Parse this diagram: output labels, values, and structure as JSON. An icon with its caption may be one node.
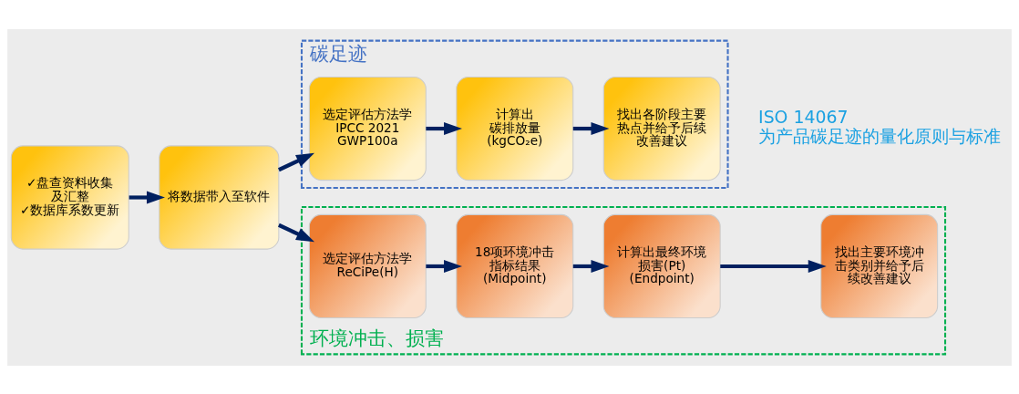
{
  "diagram": {
    "nodes": [
      {
        "text": [
          "✓盘查资料收集及汇整",
          "✓数据库系数更新"
        ]
      },
      {
        "text": [
          "将数据带入至软件"
        ]
      },
      {
        "text": [
          "碳足迹"
        ]
      },
      {
        "text": [
          "选定评估方法学",
          "IPCC 2021 GWP100a"
        ],
        "in": 2
      },
      {
        "text": [
          "计算出",
          "碳排放量",
          "(kgCO₂e)"
        ],
        "in": 2
      },
      {
        "text": [
          "找出各阶段主要热点并给予后续改善建议"
        ],
        "in": 2
      },
      {
        "text": [
          "环境冲击、损害"
        ]
      },
      {
        "text": [
          "选定评估方法学",
          "ReCiPe(H)"
        ],
        "in": 6
      },
      {
        "text": [
          "18项环境冲击指标结果",
          "(Midpoint)"
        ],
        "in": 6
      },
      {
        "text": [
          "计算出最终环境损害(Pt)",
          "(Endpoint)"
        ],
        "in": 6
      },
      {
        "text": [
          "找出主要环境冲击类别并给予后续改善建议"
        ],
        "in": 6
      }
    ],
    "edges": [
      {
        "from": 0,
        "to": 1,
        "arrow": "to"
      },
      {
        "from": 1,
        "to": 3,
        "arrow": "to"
      },
      {
        "from": 1,
        "to": 7,
        "arrow": "to"
      },
      {
        "from": 3,
        "to": 4,
        "arrow": "to"
      },
      {
        "from": 4,
        "to": 5,
        "arrow": "to"
      },
      {
        "from": 7,
        "to": 8,
        "arrow": "to"
      },
      {
        "from": 8,
        "to": 9,
        "arrow": "to"
      },
      {
        "from": 9,
        "to": 10,
        "arrow": "to"
      }
    ],
    "labels": [
      "ISO 14067 为产品碳足迹的量化原则与标准"
    ]
  }
}
